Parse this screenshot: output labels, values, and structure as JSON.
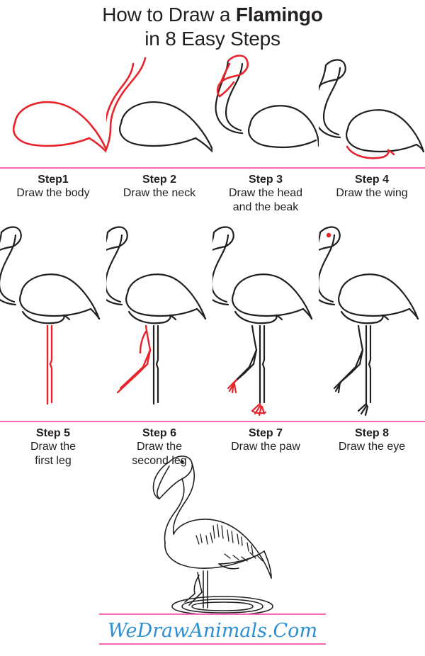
{
  "page": {
    "title_line1_prefix": "How to Draw a ",
    "title_accent": "Flamingo",
    "title_line2": "in 8 Easy Steps",
    "accent_color": "#ec008c",
    "highlight_color": "#e8232a",
    "ink_color": "#231f20",
    "watermark_color": "#2b8fd4",
    "divider_color": "#f768b3",
    "background": "#ffffff"
  },
  "steps": [
    {
      "id": "step-1",
      "title": "Step1",
      "desc_line1": "Draw the body",
      "desc_line2": "",
      "highlight": "body"
    },
    {
      "id": "step-2",
      "title": "Step 2",
      "desc_line1": "Draw the neck",
      "desc_line2": "",
      "highlight": "neck"
    },
    {
      "id": "step-3",
      "title": "Step 3",
      "desc_line1": "Draw the head",
      "desc_line2": "and the beak",
      "highlight": "head-and-beak"
    },
    {
      "id": "step-4",
      "title": "Step 4",
      "desc_line1": "Draw the wing",
      "desc_line2": "",
      "highlight": "wing"
    },
    {
      "id": "step-5",
      "title": "Step 5",
      "desc_line1": "Draw the",
      "desc_line2": "first leg",
      "highlight": "first-leg"
    },
    {
      "id": "step-6",
      "title": "Step 6",
      "desc_line1": "Draw the",
      "desc_line2": "second leg",
      "highlight": "second-leg"
    },
    {
      "id": "step-7",
      "title": "Step 7",
      "desc_line1": "Draw the paw",
      "desc_line2": "",
      "highlight": "paw"
    },
    {
      "id": "step-8",
      "title": "Step 8",
      "desc_line1": "Draw the eye",
      "desc_line2": "",
      "highlight": "eye"
    }
  ],
  "final_drawing": {
    "label": "completed-flamingo",
    "description": "Finished flamingo standing in water"
  },
  "watermark": {
    "text": "WeDrawAnimals.Com"
  }
}
